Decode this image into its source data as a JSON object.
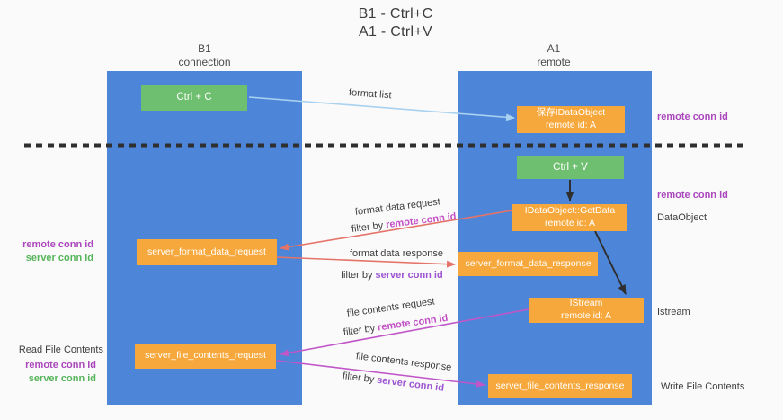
{
  "title": {
    "line1": "B1 - Ctrl+C",
    "line2": "A1 - Ctrl+V"
  },
  "lanes": {
    "left": {
      "title": "B1",
      "subtitle": "connection"
    },
    "right": {
      "title": "A1",
      "subtitle": "remote"
    }
  },
  "nodes": {
    "ctrl_c": {
      "label": "Ctrl + C"
    },
    "ctrl_v": {
      "label": "Ctrl + V"
    },
    "save_dataobject": {
      "line1": "保存IDataObject",
      "line2": "remote id: A"
    },
    "getdata": {
      "line1": "IDataObject::GetData",
      "line2": "remote id: A"
    },
    "istream": {
      "line1": "IStream",
      "line2": "remote id: A"
    },
    "format_request": {
      "label": "server_format_data_request"
    },
    "format_response": {
      "label": "server_format_data_response"
    },
    "file_request": {
      "label": "server_file_contents_request"
    },
    "file_response": {
      "label": "server_file_contents_response"
    }
  },
  "edges": {
    "format_list": {
      "label": "format list"
    },
    "format_data_request": {
      "label": "format data request",
      "filter_prefix": "filter by ",
      "filter_key": "remote conn id"
    },
    "format_data_response": {
      "label": "format data response",
      "filter_prefix": "filter by ",
      "filter_key": "server conn id"
    },
    "file_contents_request": {
      "label": "file contents request",
      "filter_prefix": "filter by ",
      "filter_key": "remote conn id"
    },
    "file_contents_response": {
      "label": "file contents response",
      "filter_prefix": "filter by ",
      "filter_key": "server conn id"
    }
  },
  "annotations": {
    "remote_conn_top": "remote conn id",
    "remote_conn_mid": "remote conn id",
    "dataobject": "DataObject",
    "istream": "Istream",
    "write_file_contents": "Write File Contents",
    "read_file_contents": "Read File Contents",
    "left_format": {
      "remote": "remote conn id",
      "server": "server conn id"
    },
    "left_file": {
      "remote": "remote conn id",
      "server": "server conn id"
    }
  },
  "colors": {
    "background": "#fafafa",
    "lane_blue": "#4d86d8",
    "box_orange": "#f7a83c",
    "box_green": "#6fbf70",
    "box_text": "#ffffff",
    "text_dark": "#3d3d3d",
    "purple": "#ab47bc",
    "green_label": "#55b55a",
    "arrow_blue": "#a9d2f0",
    "arrow_red": "#e57368",
    "arrow_magenta": "#c156c8",
    "arrow_black": "#2f2f2f",
    "filter_remote": "#c24fc6",
    "filter_server": "#9d55d2"
  }
}
